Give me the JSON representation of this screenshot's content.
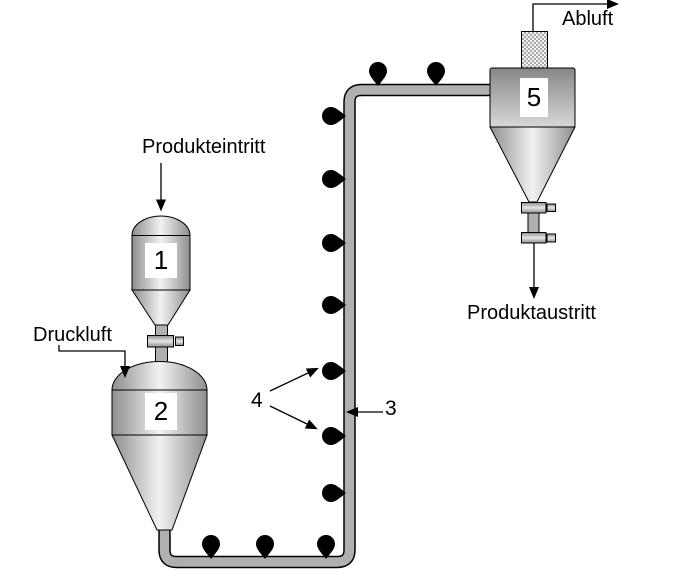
{
  "diagram": {
    "annotations": {
      "product_inlet": "Produkteintritt",
      "compressed_air": "Druckluft",
      "exhaust_air": "Abluft",
      "product_outlet": "Produktaustritt"
    },
    "component_numbers": {
      "feed_hopper": "1",
      "pressure_vessel": "2",
      "conveying_pipe": "3",
      "air_nozzles": "4",
      "separator": "5"
    },
    "colors": {
      "background": "#ffffff",
      "outline": "#000000",
      "pipe_fill": "#b0b0b0",
      "vessel_shade": "#8e8e8e",
      "vessel_highlight": "#f2f2f2",
      "nozzle_fill": "#000000"
    }
  }
}
